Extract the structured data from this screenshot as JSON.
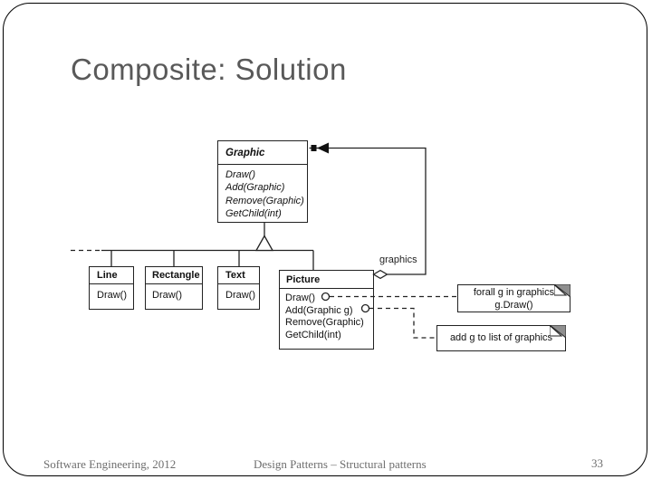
{
  "slide": {
    "title": "Composite: Solution",
    "footer": {
      "left": "Software Engineering, 2012",
      "center": "Design Patterns – Structural patterns",
      "page": "33"
    }
  },
  "diagram": {
    "classes": {
      "graphic": {
        "name": "Graphic",
        "methods": [
          "Draw()",
          "Add(Graphic)",
          "Remove(Graphic)",
          "GetChild(int)"
        ]
      },
      "line": {
        "name": "Line",
        "methods": [
          "Draw()"
        ]
      },
      "rectangle": {
        "name": "Rectangle",
        "methods": [
          "Draw()"
        ]
      },
      "text": {
        "name": "Text",
        "methods": [
          "Draw()"
        ]
      },
      "picture": {
        "name": "Picture",
        "methods": [
          "Draw()",
          "Add(Graphic g)",
          "Remove(Graphic)",
          "GetChild(int)"
        ]
      }
    },
    "labels": {
      "aggregation": "graphics"
    },
    "notes": [
      {
        "lines": [
          "forall g in graphics",
          "g.Draw()"
        ]
      },
      {
        "lines": [
          "add g to list of graphics"
        ]
      }
    ],
    "colors": {
      "line": "#222222",
      "note_fold": "#8f8f8f",
      "title_gray": "#595959"
    }
  }
}
